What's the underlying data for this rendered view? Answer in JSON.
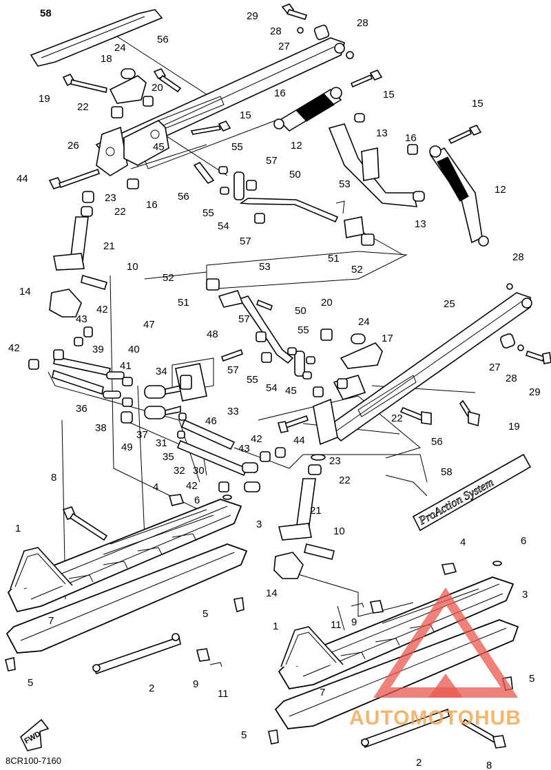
{
  "diagram_code": "8CR100-7160",
  "decal_text": "ProAction System",
  "fwd_label": "FWD",
  "watermark": {
    "text": "AUTOMOTOHUB",
    "color": "#e8584f",
    "accent": "#f1a34a"
  },
  "callouts": [
    {
      "id": "c58a",
      "text": "58",
      "bold": true
    },
    {
      "id": "c29a",
      "text": "29"
    },
    {
      "id": "c28a",
      "text": "28"
    },
    {
      "id": "c28b",
      "text": "28"
    },
    {
      "id": "c27a",
      "text": "27"
    },
    {
      "id": "c24a",
      "text": "24"
    },
    {
      "id": "c56a",
      "text": "56"
    },
    {
      "id": "c18a",
      "text": "18"
    },
    {
      "id": "c19a",
      "text": "19"
    },
    {
      "id": "c20a",
      "text": "20"
    },
    {
      "id": "c22a",
      "text": "22"
    },
    {
      "id": "c16a",
      "text": "16"
    },
    {
      "id": "c15a",
      "text": "15"
    },
    {
      "id": "c15b",
      "text": "15"
    },
    {
      "id": "c15c",
      "text": "15"
    },
    {
      "id": "c13a",
      "text": "13"
    },
    {
      "id": "c12a",
      "text": "12"
    },
    {
      "id": "c26a",
      "text": "26"
    },
    {
      "id": "c45a",
      "text": "45"
    },
    {
      "id": "c55a",
      "text": "55"
    },
    {
      "id": "c57a",
      "text": "57"
    },
    {
      "id": "c16b",
      "text": "16"
    },
    {
      "id": "c44a",
      "text": "44"
    },
    {
      "id": "c23a",
      "text": "23"
    },
    {
      "id": "c16c",
      "text": "16"
    },
    {
      "id": "c56b",
      "text": "56"
    },
    {
      "id": "c55b",
      "text": "55"
    },
    {
      "id": "c50a",
      "text": "50"
    },
    {
      "id": "c53a",
      "text": "53"
    },
    {
      "id": "c12b",
      "text": "12"
    },
    {
      "id": "c22b",
      "text": "22"
    },
    {
      "id": "c54a",
      "text": "54"
    },
    {
      "id": "c13b",
      "text": "13"
    },
    {
      "id": "c57b",
      "text": "57"
    },
    {
      "id": "c51a",
      "text": "51"
    },
    {
      "id": "c52a",
      "text": "52"
    },
    {
      "id": "c21a",
      "text": "21"
    },
    {
      "id": "c10a",
      "text": "10"
    },
    {
      "id": "c28c",
      "text": "28"
    },
    {
      "id": "c52b",
      "text": "52"
    },
    {
      "id": "c53b",
      "text": "53"
    },
    {
      "id": "c14a",
      "text": "14"
    },
    {
      "id": "c51b",
      "text": "51"
    },
    {
      "id": "c50b",
      "text": "50"
    },
    {
      "id": "c25a",
      "text": "25"
    },
    {
      "id": "c42a",
      "text": "42"
    },
    {
      "id": "c43a",
      "text": "43"
    },
    {
      "id": "c20b",
      "text": "20"
    },
    {
      "id": "c24b",
      "text": "24"
    },
    {
      "id": "c47a",
      "text": "47"
    },
    {
      "id": "c57c",
      "text": "57"
    },
    {
      "id": "c17a",
      "text": "17"
    },
    {
      "id": "c42b",
      "text": "42"
    },
    {
      "id": "c48a",
      "text": "48"
    },
    {
      "id": "c55c",
      "text": "55"
    },
    {
      "id": "c27b",
      "text": "27"
    },
    {
      "id": "c39a",
      "text": "39"
    },
    {
      "id": "c40a",
      "text": "40"
    },
    {
      "id": "c57d",
      "text": "57"
    },
    {
      "id": "c28d",
      "text": "28"
    },
    {
      "id": "c29b",
      "text": "29"
    },
    {
      "id": "c41a",
      "text": "41"
    },
    {
      "id": "c34a",
      "text": "34"
    },
    {
      "id": "c55d",
      "text": "55"
    },
    {
      "id": "c54b",
      "text": "54"
    },
    {
      "id": "c45b",
      "text": "45"
    },
    {
      "id": "c22c",
      "text": "22"
    },
    {
      "id": "c36a",
      "text": "36"
    },
    {
      "id": "c19b",
      "text": "19"
    },
    {
      "id": "c38a",
      "text": "38"
    },
    {
      "id": "c37a",
      "text": "37"
    },
    {
      "id": "c31a",
      "text": "31"
    },
    {
      "id": "c46a",
      "text": "46"
    },
    {
      "id": "c33a",
      "text": "33"
    },
    {
      "id": "c44b",
      "text": "44"
    },
    {
      "id": "c56c",
      "text": "56"
    },
    {
      "id": "c49a",
      "text": "49"
    },
    {
      "id": "c42c",
      "text": "42"
    },
    {
      "id": "c35a",
      "text": "35"
    },
    {
      "id": "c43b",
      "text": "43"
    },
    {
      "id": "c23b",
      "text": "23"
    },
    {
      "id": "c32a",
      "text": "32"
    },
    {
      "id": "c30a",
      "text": "30"
    },
    {
      "id": "c42d",
      "text": "42"
    },
    {
      "id": "c22d",
      "text": "22"
    },
    {
      "id": "c8a",
      "text": "8"
    },
    {
      "id": "c4a",
      "text": "4"
    },
    {
      "id": "c6a",
      "text": "6"
    },
    {
      "id": "c58b",
      "text": "58"
    },
    {
      "id": "c1a",
      "text": "1"
    },
    {
      "id": "c3a",
      "text": "3"
    },
    {
      "id": "c21b",
      "text": "21"
    },
    {
      "id": "c10b",
      "text": "10"
    },
    {
      "id": "c4b",
      "text": "4"
    },
    {
      "id": "c6b",
      "text": "6"
    },
    {
      "id": "c3b",
      "text": "3"
    },
    {
      "id": "c14b",
      "text": "14"
    },
    {
      "id": "c7a",
      "text": "7"
    },
    {
      "id": "c5a",
      "text": "5"
    },
    {
      "id": "c11a",
      "text": "11"
    },
    {
      "id": "c9a",
      "text": "9"
    },
    {
      "id": "c1b",
      "text": "1"
    },
    {
      "id": "c5b",
      "text": "5"
    },
    {
      "id": "c5c",
      "text": "5"
    },
    {
      "id": "c2a",
      "text": "2"
    },
    {
      "id": "c9b",
      "text": "9"
    },
    {
      "id": "c11b",
      "text": "11"
    },
    {
      "id": "c7b",
      "text": "7"
    },
    {
      "id": "c5d",
      "text": "5"
    },
    {
      "id": "c2b",
      "text": "2"
    },
    {
      "id": "c8b",
      "text": "8"
    }
  ]
}
